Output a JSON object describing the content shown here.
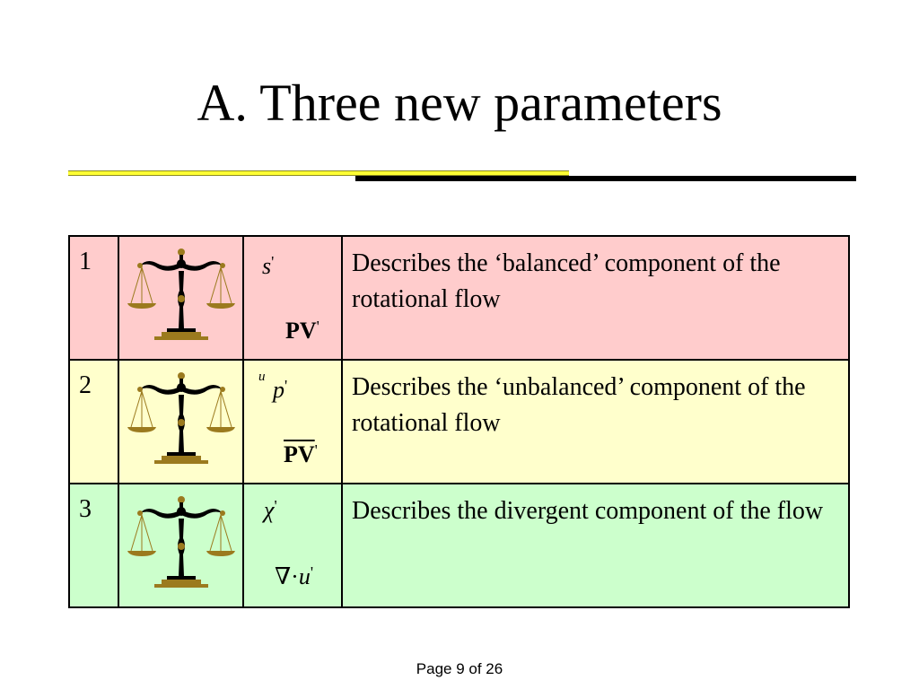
{
  "title": "A. Three new parameters",
  "colors": {
    "row1_bg": "#ffcccc",
    "row2_bg": "#ffffcc",
    "row3_bg": "#ccffcc",
    "rule_yellow": "#ffff33",
    "rule_black": "#000000",
    "scale_brass": "#9b7a1e",
    "scale_dark": "#000000"
  },
  "rows": [
    {
      "number": "1",
      "icon": "balance-scale-icon",
      "symbol_top": "s",
      "symbol_top_prime": "'",
      "symbol_superscript": "",
      "symbol_bottom": "PV",
      "symbol_bottom_prime": "'",
      "description": "Describes the ‘balanced’ component of the rotational flow"
    },
    {
      "number": "2",
      "icon": "balance-scale-icon",
      "symbol_top": "p",
      "symbol_top_prime": "'",
      "symbol_superscript": "u",
      "symbol_bottom": "PV",
      "symbol_bottom_prime": "'",
      "description": "Describes the ‘unbalanced’ component of the rotational flow"
    },
    {
      "number": "3",
      "icon": "balance-scale-icon",
      "symbol_top": "χ",
      "symbol_top_prime": "'",
      "symbol_superscript": "",
      "symbol_bottom_nabla": "∇",
      "symbol_bottom_dot": "·",
      "symbol_bottom": "u",
      "symbol_bottom_prime": "'",
      "description": "Describes the divergent component of the flow"
    }
  ],
  "footer": "Page 9 of 26"
}
